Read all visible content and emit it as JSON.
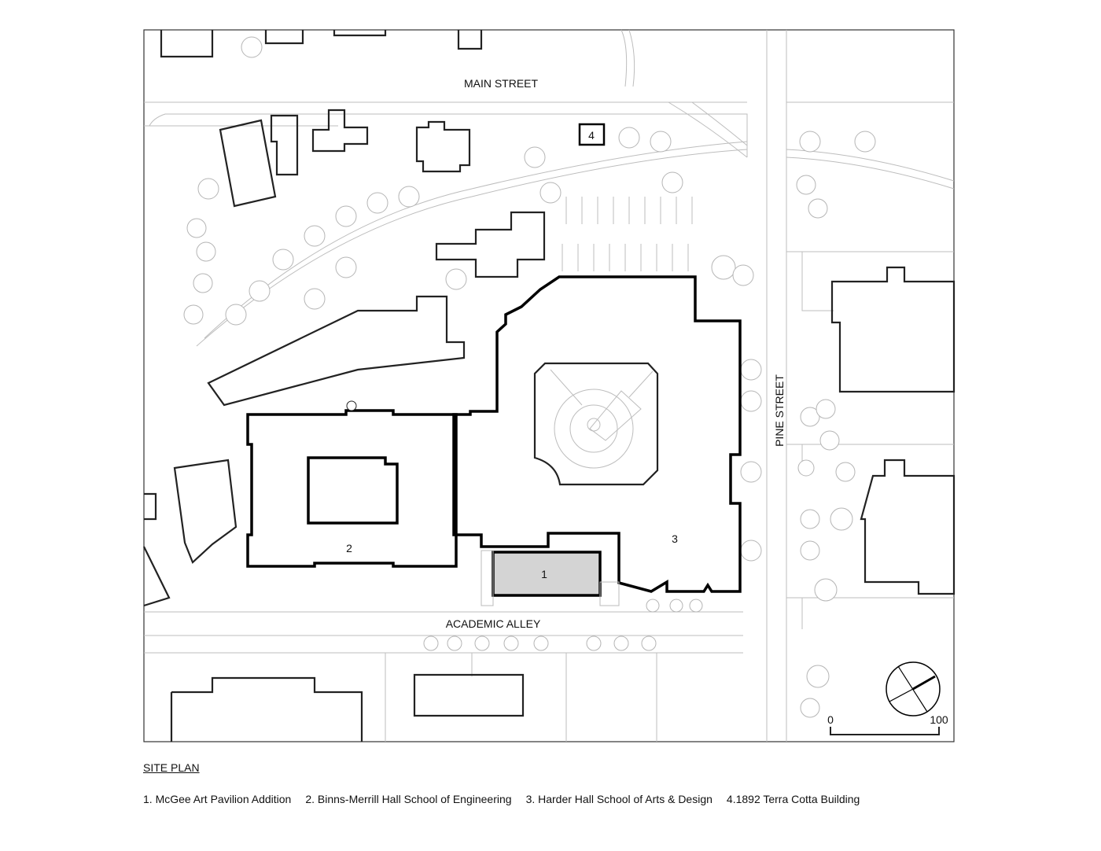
{
  "title": "SITE PLAN",
  "streets": {
    "main": "MAIN STREET",
    "alley": "ACADEMIC ALLEY",
    "pine": "PINE STREET"
  },
  "buildings": {
    "b1": "1",
    "b2": "2",
    "b3": "3",
    "b4": "4"
  },
  "legend": [
    "1. McGee Art Pavilion Addition",
    "2. Binns-Merrill Hall School of Engineering",
    "3. Harder Hall School of Arts & Design",
    "4.1892 Terra Cotta Building"
  ],
  "scale": {
    "start": "0",
    "end": "100"
  },
  "colors": {
    "addition_fill": "#d4d4d4",
    "context_line": "#bdbdbd"
  }
}
